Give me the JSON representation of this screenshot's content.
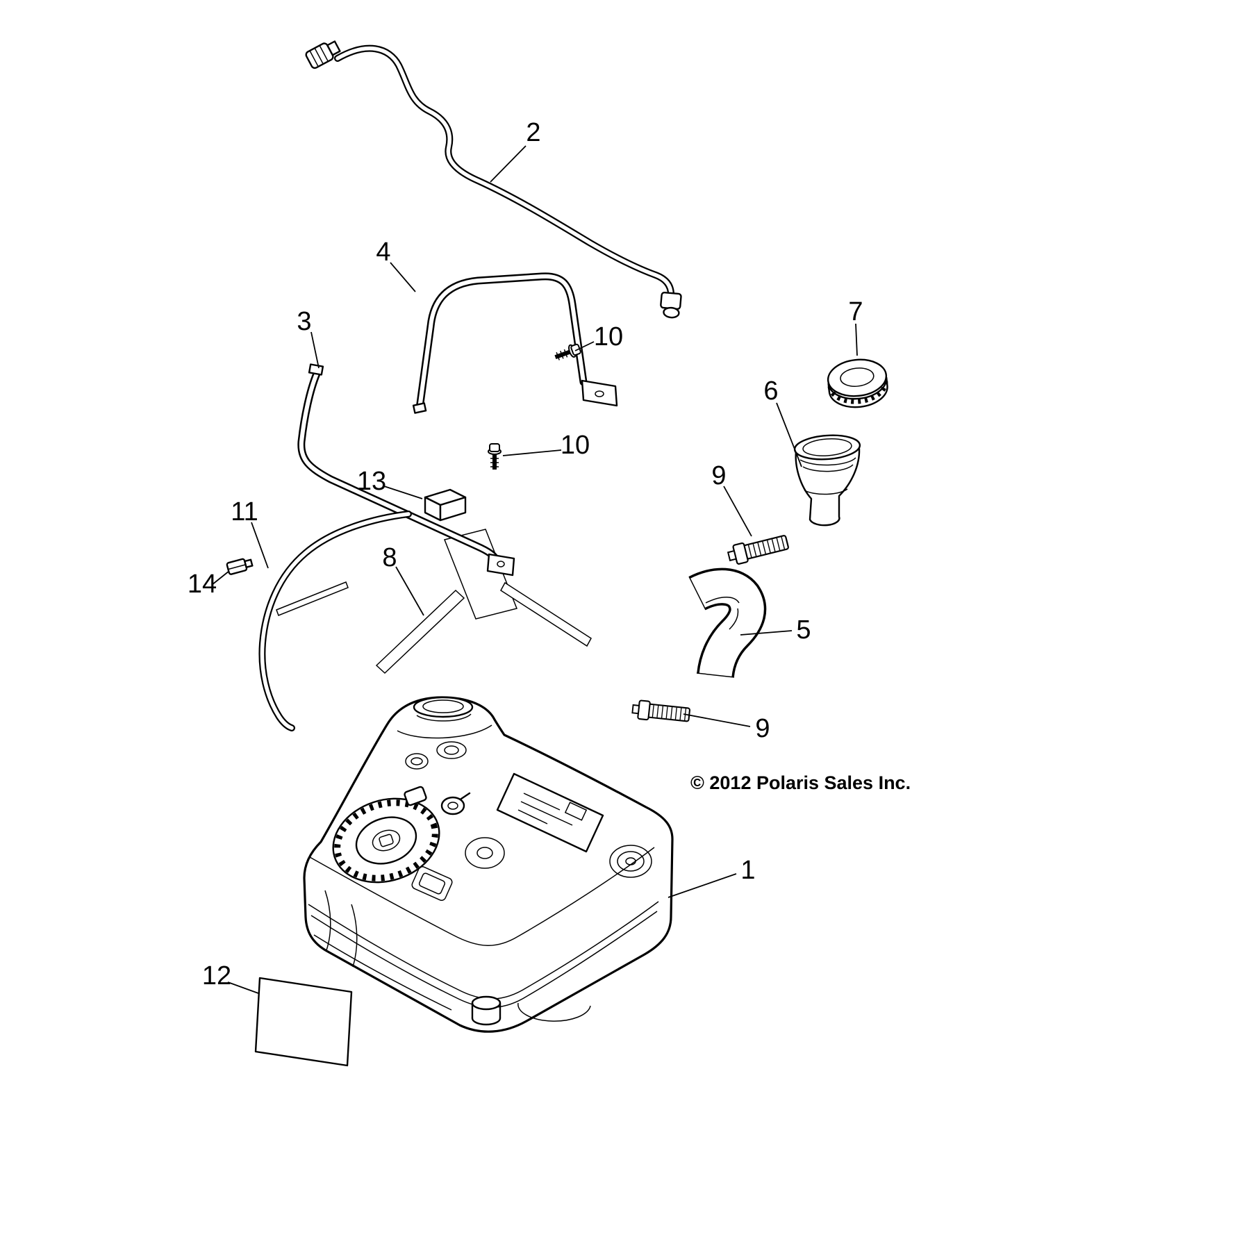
{
  "page": {
    "background_color": "#ffffff",
    "line_color": "#000000"
  },
  "diagram": {
    "copyright": "© 2012 Polaris Sales Inc.",
    "callouts": [
      {
        "label": "2"
      },
      {
        "label": "4"
      },
      {
        "label": "3"
      },
      {
        "label": "10"
      },
      {
        "label": "10"
      },
      {
        "label": "7"
      },
      {
        "label": "6"
      },
      {
        "label": "9"
      },
      {
        "label": "13"
      },
      {
        "label": "11"
      },
      {
        "label": "14"
      },
      {
        "label": "8"
      },
      {
        "label": "5"
      },
      {
        "label": "9"
      },
      {
        "label": "1"
      },
      {
        "label": "12"
      }
    ]
  }
}
